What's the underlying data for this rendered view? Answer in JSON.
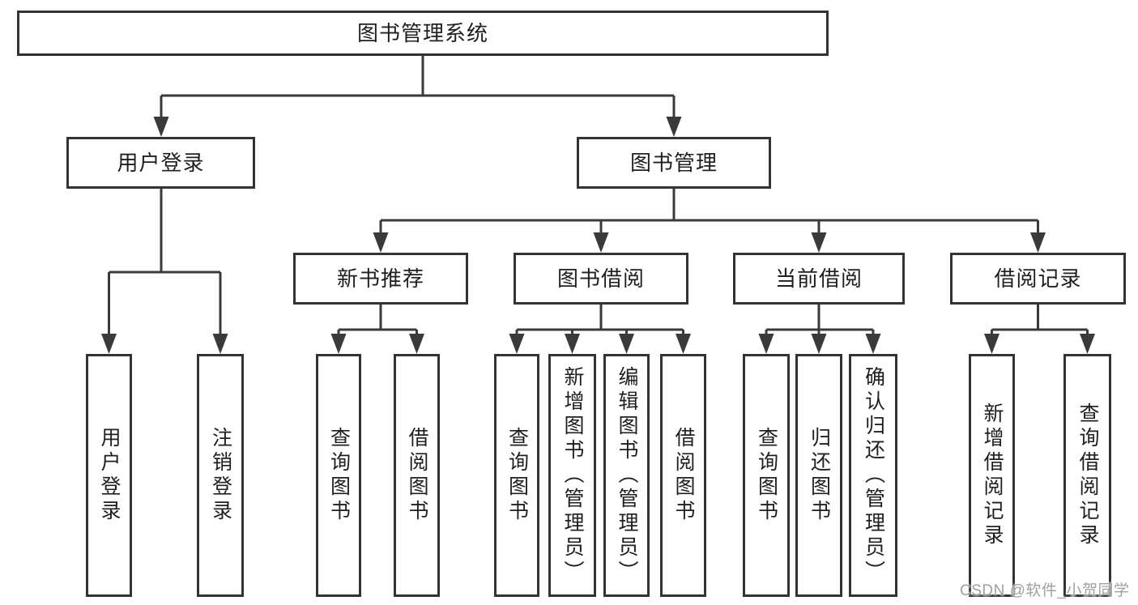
{
  "diagram": {
    "root": "图书管理系统",
    "branches": [
      {
        "label": "用户登录",
        "children": [
          {
            "label": "用户登录"
          },
          {
            "label": "注销登录"
          }
        ]
      },
      {
        "label": "图书管理",
        "groups": [
          {
            "label": "新书推荐",
            "children": [
              {
                "label": "查询图书"
              },
              {
                "label": "借阅图书"
              }
            ]
          },
          {
            "label": "图书借阅",
            "children": [
              {
                "label": "查询图书"
              },
              {
                "label": "新增图书（管理员）"
              },
              {
                "label": "编辑图书（管理员）"
              },
              {
                "label": "借阅图书"
              }
            ]
          },
          {
            "label": "当前借阅",
            "children": [
              {
                "label": "查询图书"
              },
              {
                "label": "归还图书"
              },
              {
                "label": "确认归还（管理员）"
              }
            ]
          },
          {
            "label": "借阅记录",
            "children": [
              {
                "label": "新增借阅记录"
              },
              {
                "label": "查询借阅记录"
              }
            ]
          }
        ]
      }
    ]
  },
  "watermark": {
    "text": "CSDN @软件_小贺同学"
  },
  "colors": {
    "line": "#3a3a3a",
    "box_border": "#333333",
    "text": "#1f1f1f",
    "watermark": "#a0a0a0",
    "background": "#ffffff"
  }
}
